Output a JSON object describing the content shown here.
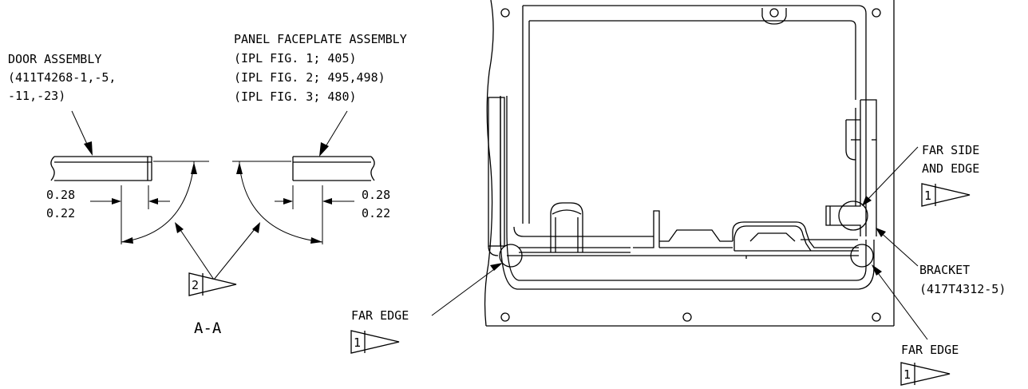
{
  "callouts": {
    "door_assembly": [
      "DOOR ASSEMBLY",
      "(411T4268-1,-5,",
      "-11,-23)"
    ],
    "panel_faceplate": [
      "PANEL FACEPLATE ASSEMBLY",
      "(IPL FIG. 1; 405)",
      "(IPL FIG. 2; 495,498)",
      "(IPL FIG. 3; 480)"
    ],
    "far_side_edge": [
      "FAR SIDE",
      "AND EDGE"
    ],
    "bracket": [
      "BRACKET",
      "(417T4312-5)"
    ],
    "far_edge_left": "FAR EDGE",
    "far_edge_right": "FAR EDGE"
  },
  "dimensions": {
    "left_upper": "0.28",
    "left_lower": "0.22",
    "right_upper": "0.28",
    "right_lower": "0.22"
  },
  "section_label": "A-A",
  "flags": {
    "flag_2": "2",
    "flag_1_side": "1",
    "flag_1_left": "1",
    "flag_1_right": "1"
  }
}
